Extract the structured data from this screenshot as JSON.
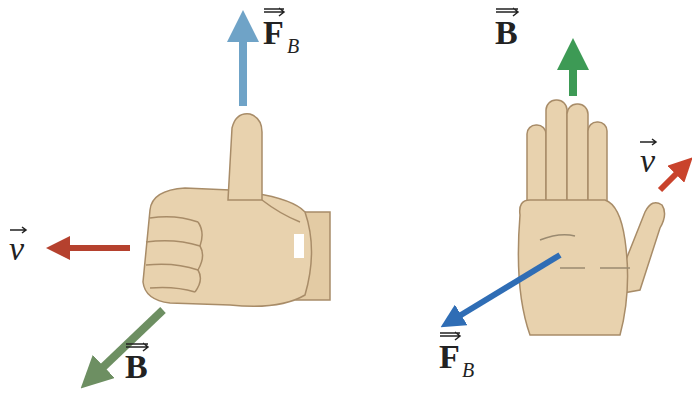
{
  "diagram": {
    "labels": [
      "F",
      "B",
      "v",
      "B",
      "B",
      "v",
      "F",
      "B"
    ]
  }
}
